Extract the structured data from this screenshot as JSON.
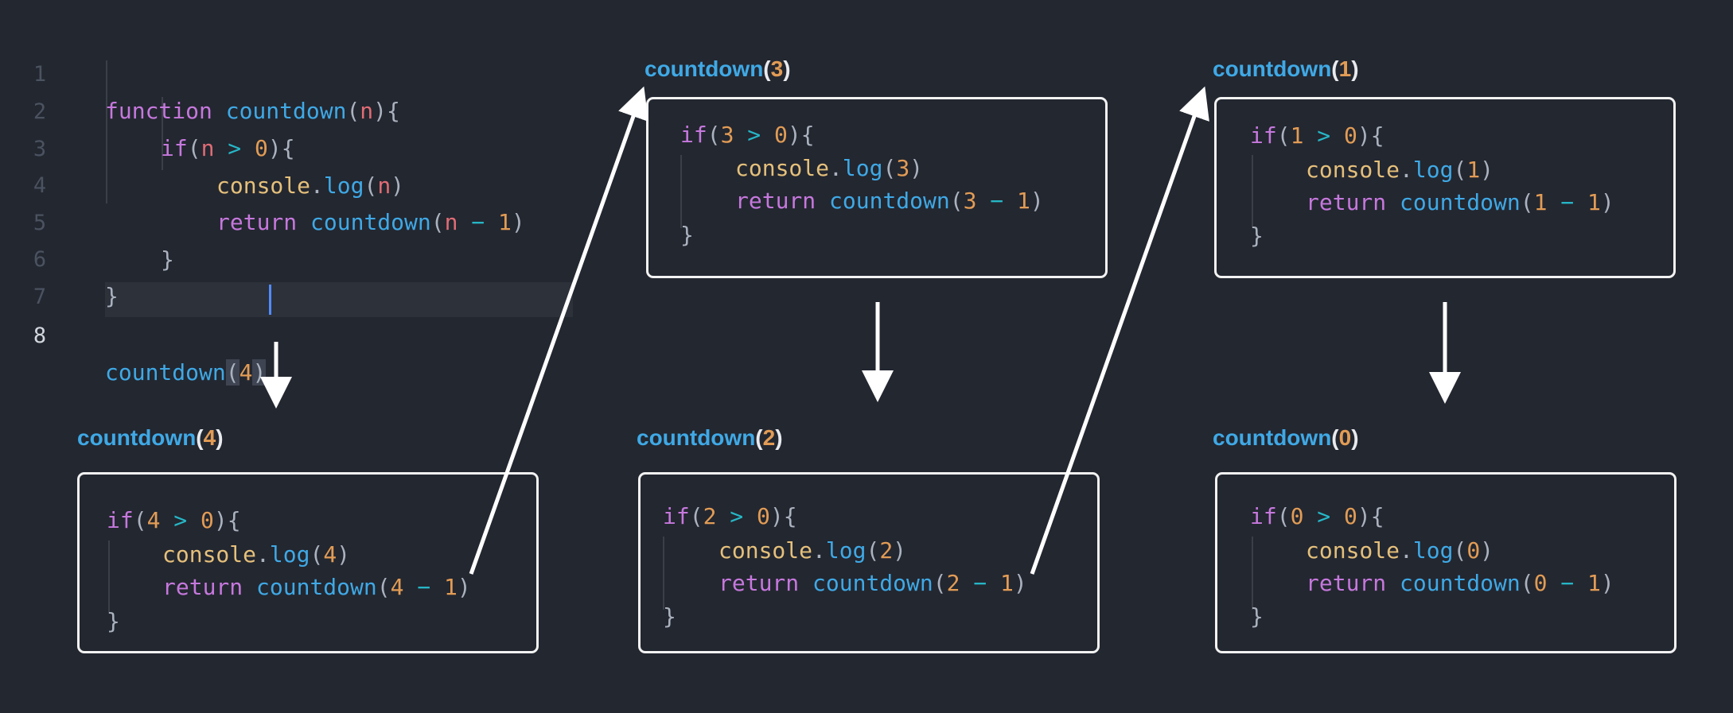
{
  "editor": {
    "line_numbers": [
      "1",
      "2",
      "3",
      "4",
      "5",
      "6",
      "7",
      "8"
    ],
    "function_keyword": "function",
    "function_name": "countdown",
    "param": "n",
    "if_keyword": "if",
    "gt": ">",
    "zero": "0",
    "console": "console",
    "log": "log",
    "return_keyword": "return",
    "minus": "−",
    "one": "1",
    "call_arg": "4"
  },
  "frames": [
    {
      "label_fn": "countdown",
      "label_arg": "4",
      "n": "4"
    },
    {
      "label_fn": "countdown",
      "label_arg": "3",
      "n": "3"
    },
    {
      "label_fn": "countdown",
      "label_arg": "2",
      "n": "2"
    },
    {
      "label_fn": "countdown",
      "label_arg": "1",
      "n": "1"
    },
    {
      "label_fn": "countdown",
      "label_arg": "0",
      "n": "0"
    }
  ],
  "colors": {
    "background": "#232730",
    "keyword": "#c678dd",
    "function": "#3fa9e6",
    "number": "#e29c55",
    "variable": "#e06c75",
    "operator": "#26b7c7",
    "console": "#e5c07b",
    "arrow": "#ffffff"
  }
}
